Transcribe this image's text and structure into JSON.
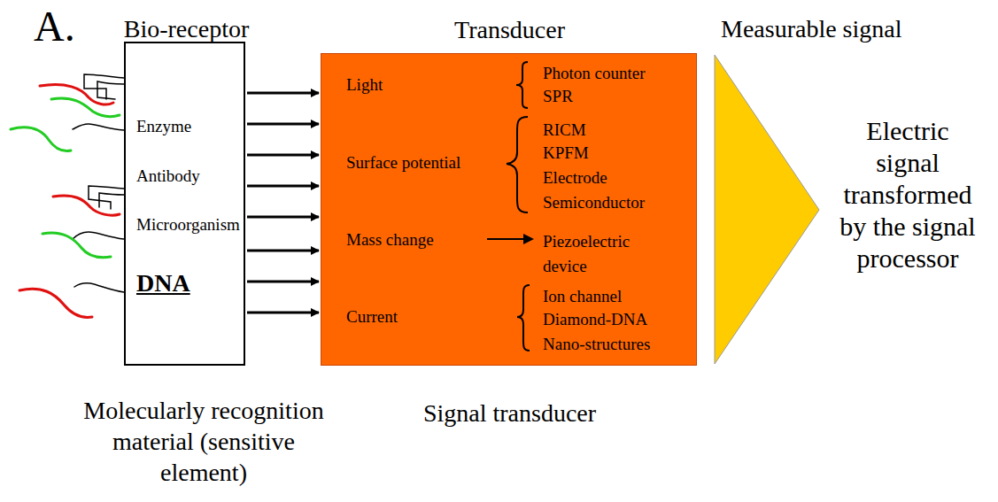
{
  "diagram": {
    "nodes": [
      {
        "text": [
          "Bio-receptor",
          "Enzyme",
          "Antibody",
          "Microorganism",
          "DNA",
          "Molecularly recognition material (sensitive element)"
        ]
      },
      {
        "text": [
          "Transducer",
          "Light",
          "Photon counter",
          "SPR",
          "Surface potential",
          "RICM",
          "KPFM",
          "Electrode",
          "Semiconductor",
          "Mass change",
          "Piezoelectric device",
          "Current",
          "Ion channel",
          "Diamond-DNA",
          "Nano-structures",
          "Signal transducer"
        ]
      },
      {
        "text": [
          "Measurable signal",
          "Electric signal transformed by the signal processor"
        ]
      }
    ],
    "edges": [
      {
        "from": 0,
        "to": 1,
        "arrow": "to"
      },
      {
        "from": 0,
        "to": 1,
        "arrow": "to"
      },
      {
        "from": 0,
        "to": 1,
        "arrow": "to"
      },
      {
        "from": 0,
        "to": 1,
        "arrow": "to"
      },
      {
        "from": 0,
        "to": 1,
        "arrow": "to"
      },
      {
        "from": 0,
        "to": 1,
        "arrow": "to"
      },
      {
        "from": 0,
        "to": 1,
        "arrow": "to"
      },
      {
        "from": 0,
        "to": 1,
        "arrow": "to"
      }
    ],
    "labels": [
      "A."
    ]
  }
}
